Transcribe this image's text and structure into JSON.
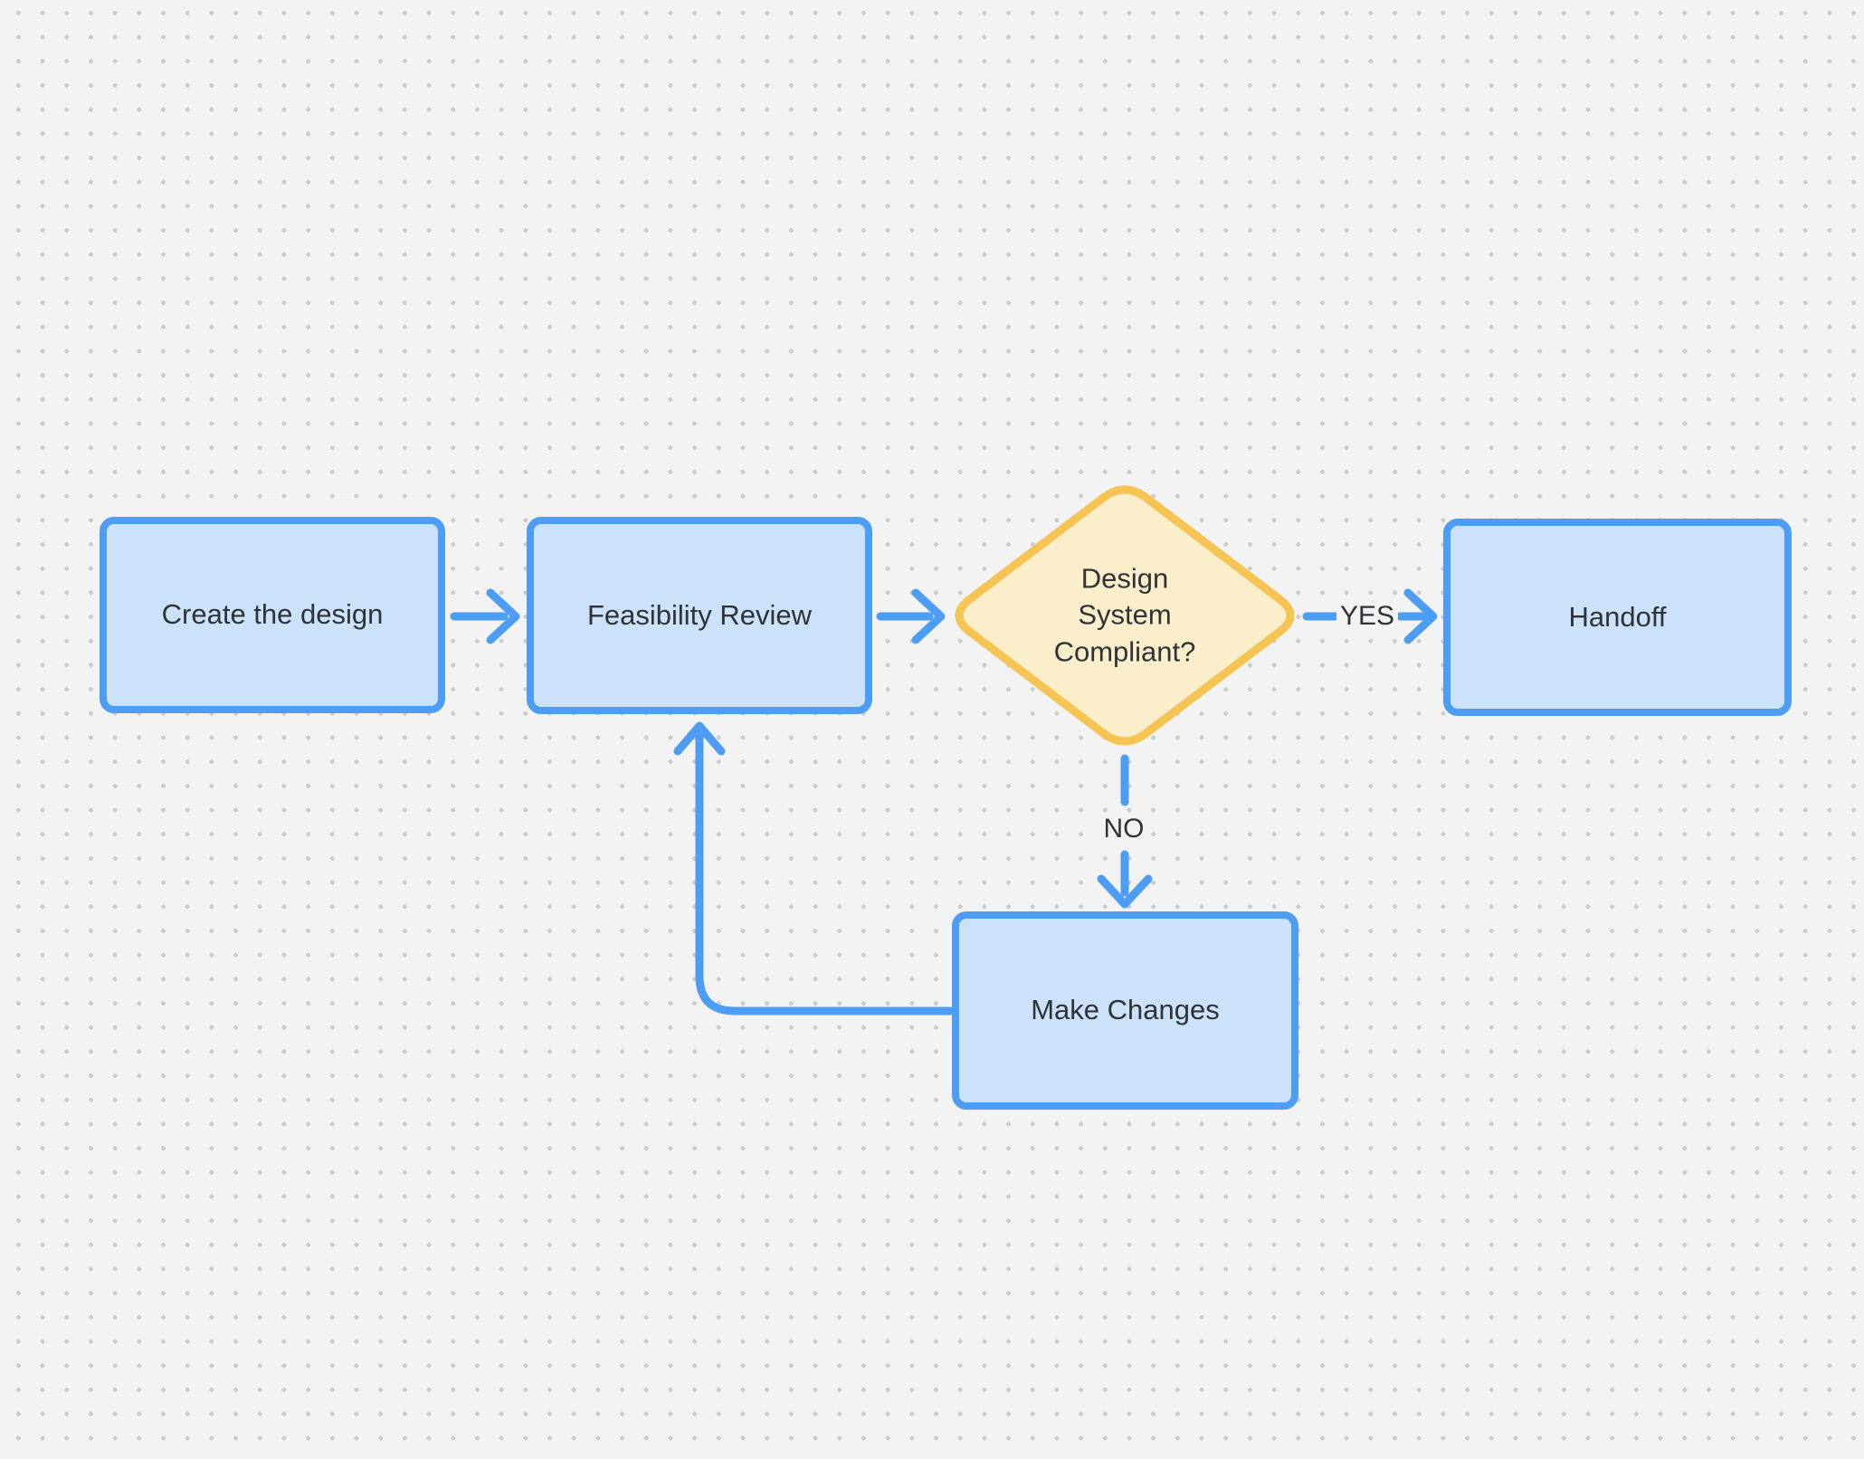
{
  "canvas": {
    "background_color": "#f2f3f2",
    "dot_color": "#cccccc"
  },
  "colors": {
    "process_stroke": "#4e9df5",
    "process_fill": "#cbe2fa",
    "decision_stroke": "#f6c452",
    "decision_fill": "#faeecb",
    "connector": "#4e9df5",
    "text": "#2f3237"
  },
  "nodes": [
    {
      "id": "create",
      "type": "process",
      "label": "Create the design"
    },
    {
      "id": "feasibility",
      "type": "process",
      "label": "Feasibility Review"
    },
    {
      "id": "decision",
      "type": "decision",
      "label": "Design System Compliant?"
    },
    {
      "id": "handoff",
      "type": "process",
      "label": "Handoff"
    },
    {
      "id": "make-changes",
      "type": "process",
      "label": "Make Changes"
    }
  ],
  "edges": [
    {
      "from": "create",
      "to": "feasibility",
      "label": "",
      "style": "solid"
    },
    {
      "from": "feasibility",
      "to": "decision",
      "label": "",
      "style": "solid"
    },
    {
      "from": "decision",
      "to": "handoff",
      "label": "YES",
      "style": "dashed"
    },
    {
      "from": "decision",
      "to": "make-changes",
      "label": "NO",
      "style": "dashed"
    },
    {
      "from": "make-changes",
      "to": "feasibility",
      "label": "",
      "style": "solid"
    }
  ]
}
